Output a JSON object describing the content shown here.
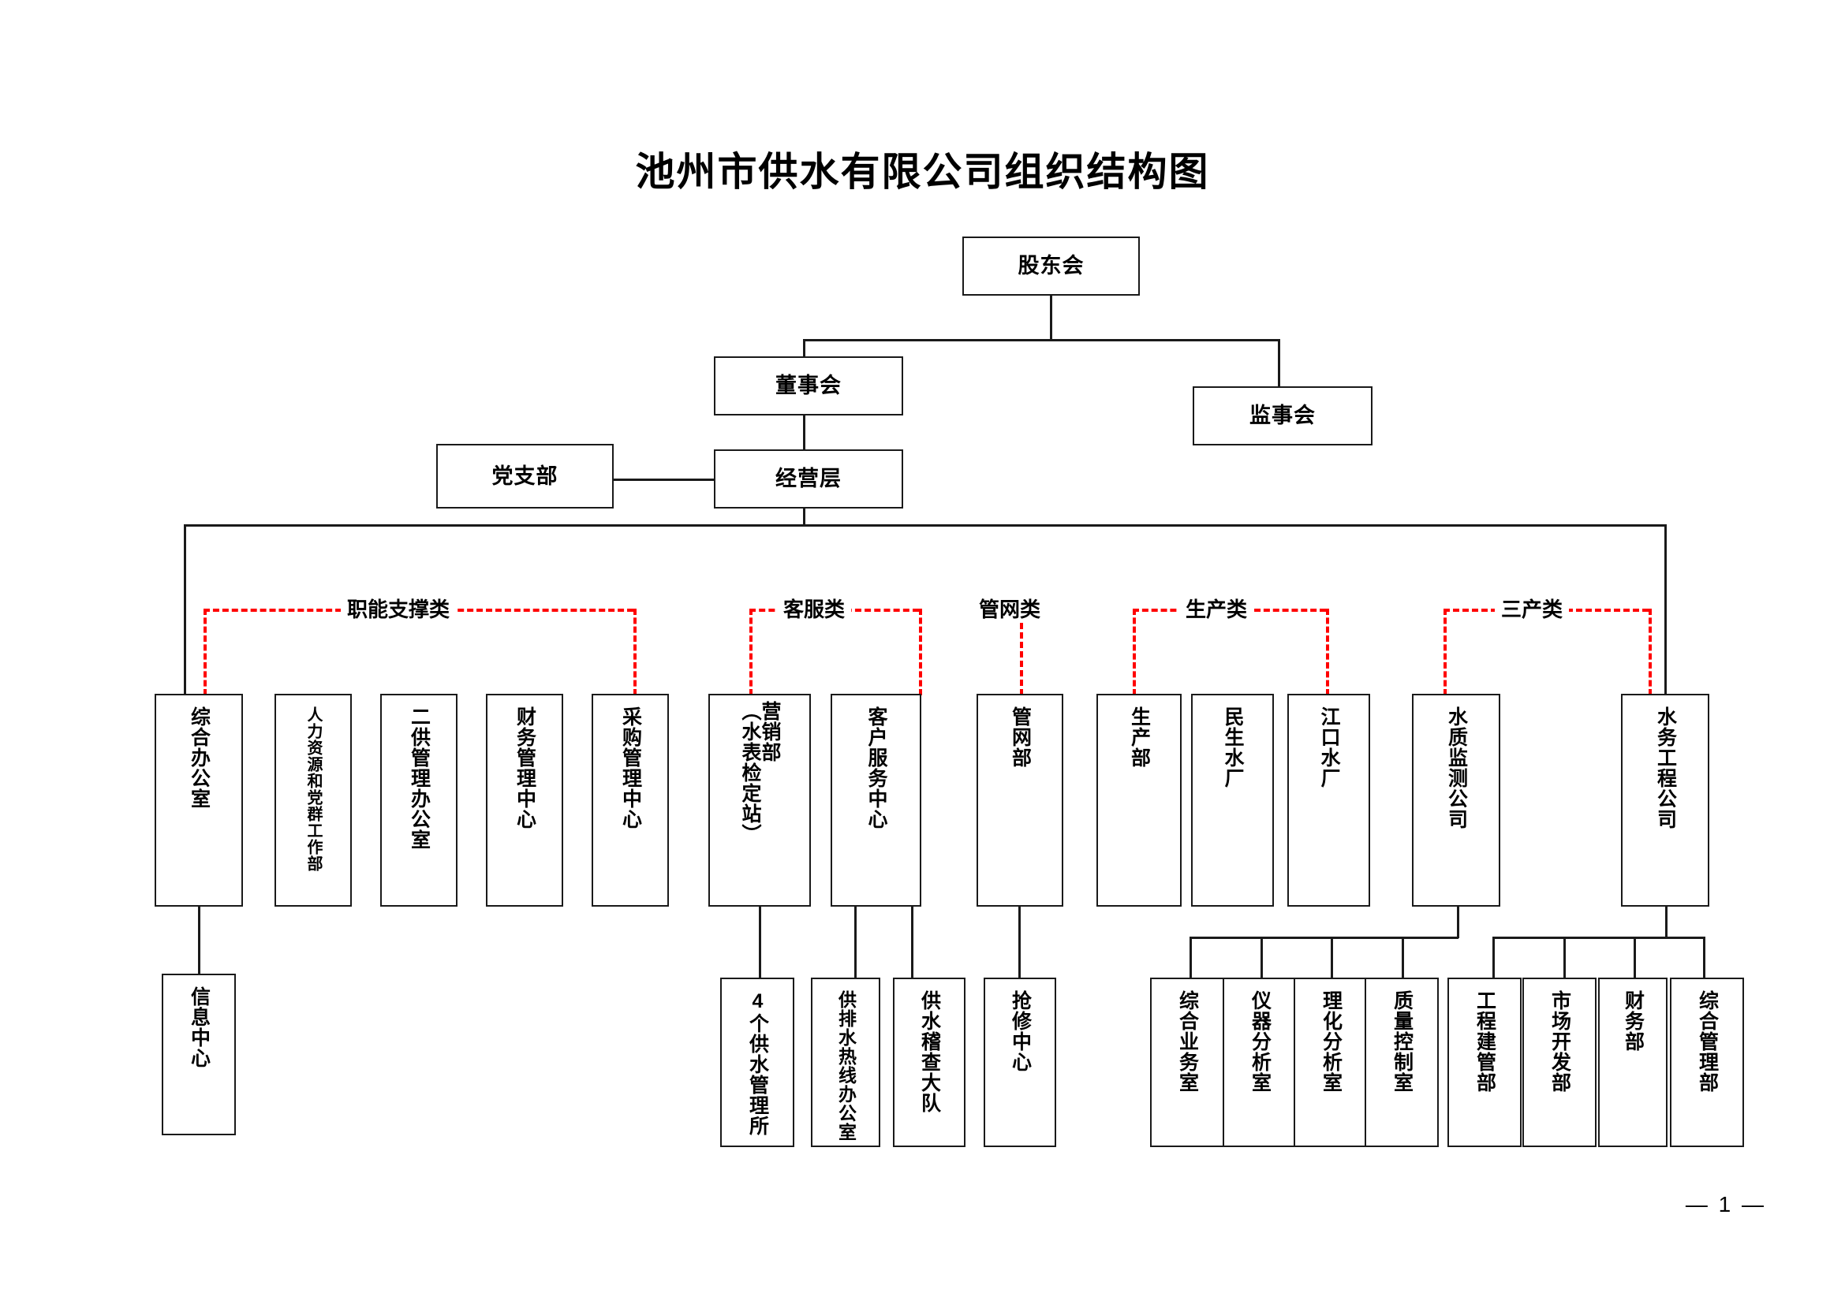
{
  "document": {
    "title": "池州市供水有限公司组织结构图",
    "page_footer": "— 1 —"
  },
  "colors": {
    "box_border": "#1a1a1a",
    "connector": "#1a1a1a",
    "group_bracket": "#ff0000",
    "background": "#ffffff"
  },
  "chart_data": {
    "type": "diagram",
    "title": "池州市供水有限公司组织结构图",
    "governance": {
      "shareholders": "股东会",
      "board": "董事会",
      "supervisory": "监事会",
      "party_branch": "党支部",
      "management": "经营层"
    },
    "categories": [
      {
        "id": "functional-support",
        "label": "职能支撑类"
      },
      {
        "id": "customer-service",
        "label": "客服类"
      },
      {
        "id": "pipe-network",
        "label": "管网类"
      },
      {
        "id": "production",
        "label": "生产类"
      },
      {
        "id": "tertiary-industry",
        "label": "三产类"
      }
    ],
    "departments": {
      "functional_support": [
        "综合办公室",
        "人力资源和党群工作部",
        "二供管理办公室",
        "财务管理中心",
        "采购管理中心"
      ],
      "customer_service": [
        "营销部（水表检定站）",
        "客户服务中心"
      ],
      "pipe_network": [
        "管网部"
      ],
      "production": [
        "生产部",
        "民生水厂",
        "江口水厂"
      ],
      "tertiary_industry": [
        "水质监测公司",
        "水务工程公司"
      ]
    },
    "sub_departments": {
      "综合办公室": [
        "信息中心"
      ],
      "营销部（水表检定站）": [
        "4个供水管理所"
      ],
      "客户服务中心": [
        "供排水热线办公室",
        "供水稽查大队"
      ],
      "管网部": [
        "抢修中心"
      ],
      "水质监测公司": [
        "综合业务室",
        "仪器分析室",
        "理化分析室",
        "质量控制室"
      ],
      "水务工程公司": [
        "工程建管部",
        "市场开发部",
        "财务部",
        "综合管理部"
      ]
    }
  },
  "nodes": {
    "shareholders": "股东会",
    "board": "董事会",
    "supervisory": "监事会",
    "party_branch": "党支部",
    "management": "经营层",
    "general_office": "综合办公室",
    "hr_party": "人力资源和党群工作部",
    "secondary_supply": "二供管理办公室",
    "finance_center": "财务管理中心",
    "procurement_center": "采购管理中心",
    "marketing_dept_line1": "营销部",
    "marketing_dept_line2": "（水表检定站）",
    "customer_service_center": "客户服务中心",
    "pipe_network_dept": "管网部",
    "production_dept": "生产部",
    "minsheng_plant": "民生水厂",
    "jiangkou_plant": "江口水厂",
    "water_quality_co": "水质监测公司",
    "water_engineering_co": "水务工程公司",
    "info_center": "信息中心",
    "four_supply_stations": "4个供水管理所",
    "hotline_office": "供排水热线办公室",
    "inspection_brigade": "供水稽查大队",
    "repair_center": "抢修中心",
    "comprehensive_business_room": "综合业务室",
    "instrument_analysis_room": "仪器分析室",
    "physchem_analysis_room": "理化分析室",
    "quality_control_room": "质量控制室",
    "engineering_construction_dept": "工程建管部",
    "market_development_dept": "市场开发部",
    "finance_dept": "财务部",
    "comprehensive_management_dept": "综合管理部"
  },
  "category_labels": {
    "functional_support": "职能支撑类",
    "customer_service": "客服类",
    "pipe_network": "管网类",
    "production": "生产类",
    "tertiary_industry": "三产类"
  }
}
